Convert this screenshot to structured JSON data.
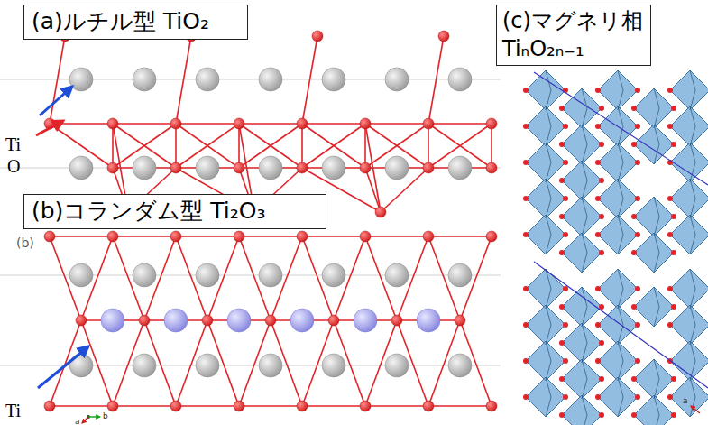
{
  "diagram": {
    "nodes": [
      {
        "text": [
          "(a)ルチル型 TiO₂"
        ]
      },
      {
        "text": [
          "(b)コランダム型 Ti₂O₃"
        ]
      },
      {
        "text": [
          "(c)マグネリ相",
          "TiₙO₂ₙ₋₁"
        ]
      }
    ],
    "labels": [
      "Ti",
      "O",
      "(b)",
      "Ti",
      "a",
      "b",
      "a"
    ]
  }
}
